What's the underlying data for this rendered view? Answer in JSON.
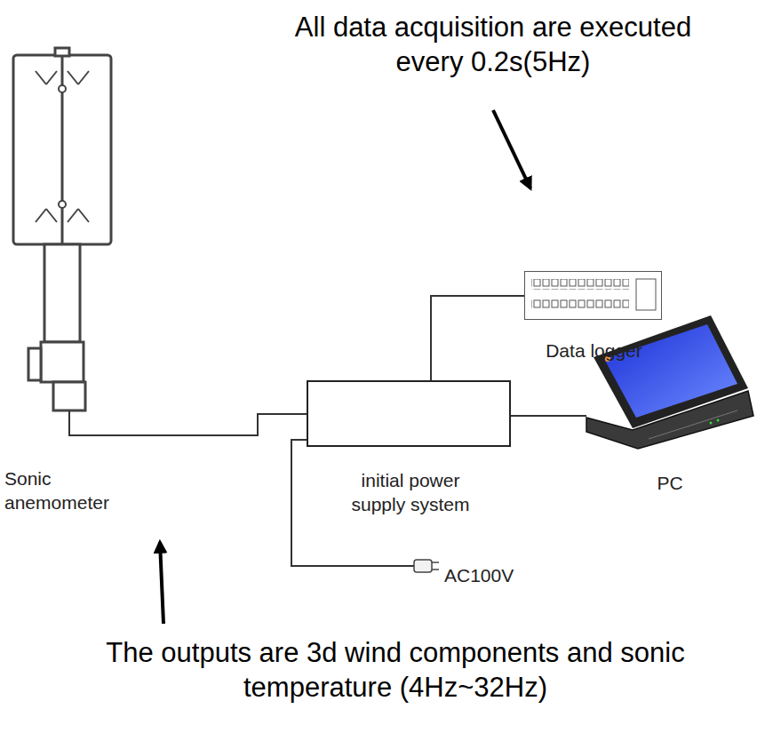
{
  "diagram": {
    "nodes": [
      {
        "text": [
          "Sonic anemometer"
        ]
      },
      {
        "text": [
          "initial power supply system"
        ]
      },
      {
        "text": [
          "Data logger"
        ]
      },
      {
        "text": [
          "PC"
        ]
      },
      {
        "text": [
          "AC100V"
        ]
      }
    ],
    "edges": [
      {
        "from": 0,
        "to": 1,
        "arrow": "none"
      },
      {
        "from": 1,
        "to": 2,
        "arrow": "none"
      },
      {
        "from": 1,
        "to": 3,
        "arrow": "none"
      },
      {
        "from": 1,
        "to": 4,
        "arrow": "none"
      }
    ],
    "labels": [
      "All data acquisition are executed every 0.2s(5Hz)",
      "The outputs are 3d wind components and sonic temperature (4Hz~32Hz)"
    ]
  }
}
